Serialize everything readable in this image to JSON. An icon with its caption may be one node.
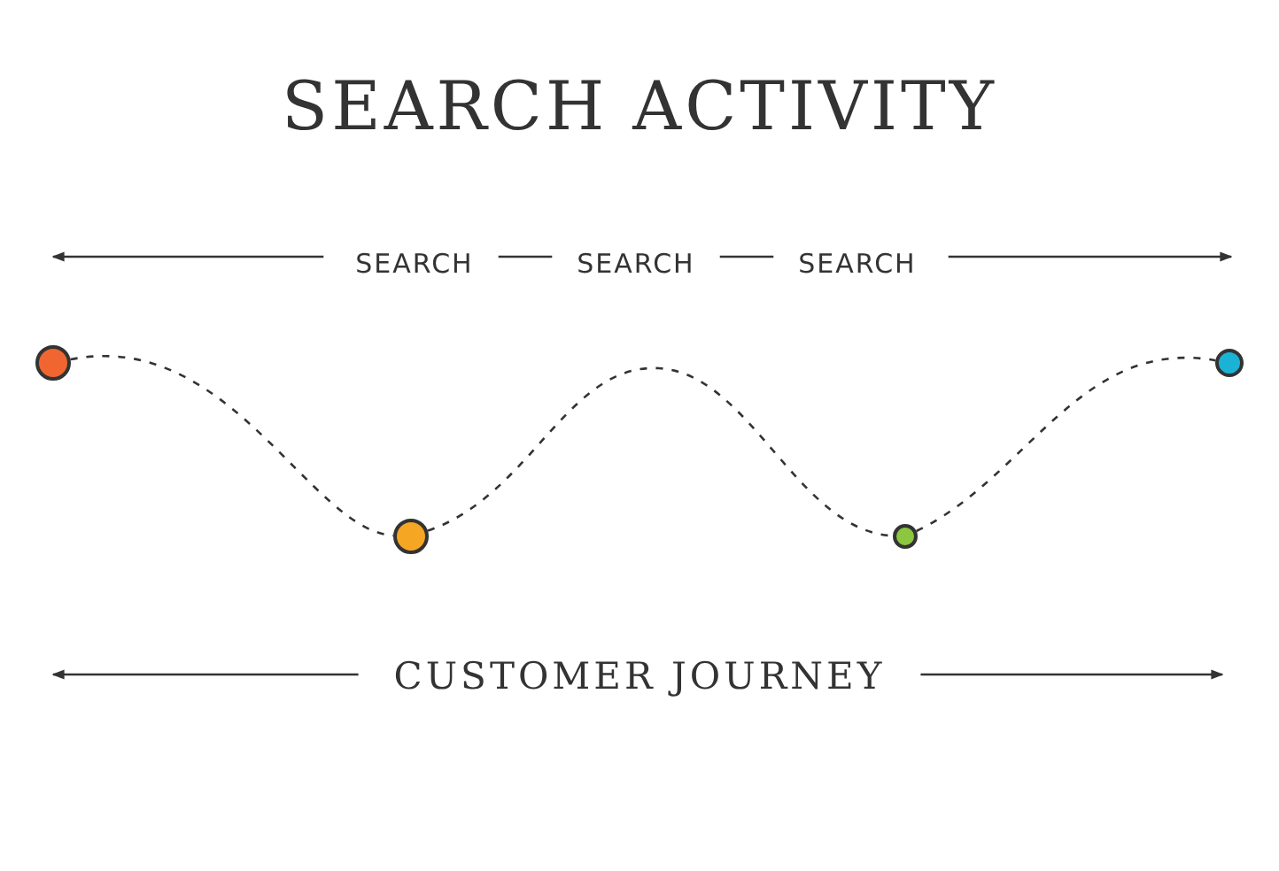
{
  "diagram": {
    "title": "SEARCH ACTIVITY",
    "nodes": [
      {
        "text": [
          "SEARCH"
        ]
      },
      {
        "text": [
          "SEARCH"
        ]
      },
      {
        "text": [
          "SEARCH"
        ]
      },
      {
        "text": [],
        "shape": "circle"
      },
      {
        "text": [],
        "shape": "circle"
      },
      {
        "text": [],
        "shape": "circle"
      },
      {
        "text": [],
        "shape": "circle"
      },
      {
        "text": [
          "CUSTOMER JOURNEY"
        ]
      }
    ],
    "edges": [
      {
        "from": 0,
        "to": null,
        "arrow": "to"
      },
      {
        "from": 0,
        "to": 1,
        "arrow": "none"
      },
      {
        "from": 1,
        "to": 2,
        "arrow": "none"
      },
      {
        "from": 2,
        "to": null,
        "arrow": "to"
      },
      {
        "from": 3,
        "to": 4,
        "arrow": "none",
        "style": "dashed"
      },
      {
        "from": 4,
        "to": 5,
        "arrow": "none",
        "style": "dashed"
      },
      {
        "from": 5,
        "to": 6,
        "arrow": "none",
        "style": "dashed"
      },
      {
        "from": 7,
        "to": null,
        "arrow": "to"
      },
      {
        "from": 7,
        "to": null,
        "arrow": "to"
      }
    ]
  }
}
